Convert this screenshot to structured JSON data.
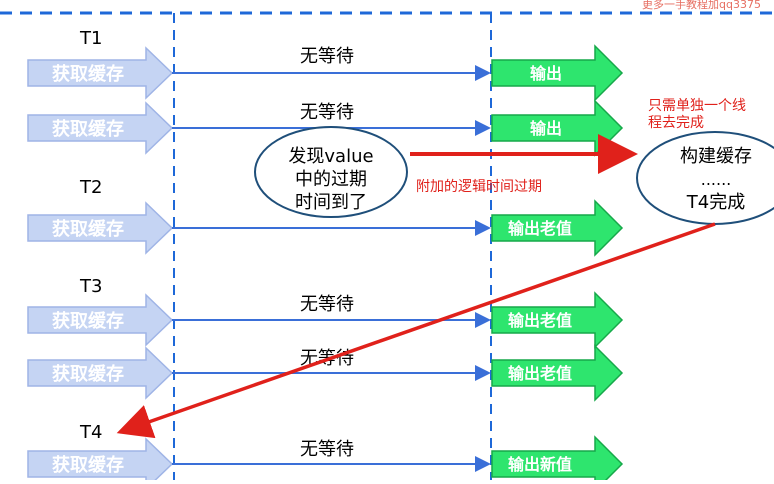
{
  "watermark": "更多一手教程加qq3375",
  "threads": {
    "t1": "T1",
    "t2": "T2",
    "t3": "T3",
    "t4": "T4"
  },
  "labels": {
    "get_cache": "获取缓存",
    "no_wait": "无等待",
    "output": "输出",
    "output_old": "输出老值",
    "output_new": "输出新值"
  },
  "discover": {
    "line1": "发现value",
    "line2": "中的过期",
    "line3": "时间到了"
  },
  "build": {
    "line1": "构建缓存",
    "line2": "......",
    "line3": "T4完成"
  },
  "notes": {
    "extra_logic": "附加的逻辑时间过期",
    "single_thread_line1": "只需单独一个线",
    "single_thread_line2": "程去完成"
  },
  "colors": {
    "blue_arrow": "#c5d4f3",
    "blue_arrow_border": "#9fb4e6",
    "green_arrow": "#2ee56e",
    "green_arrow_border": "#17a84a",
    "connector": "#3a6fd8",
    "dashed": "#1e68d8",
    "red": "#e0211b",
    "ellipse_border": "#1f4f7a"
  }
}
